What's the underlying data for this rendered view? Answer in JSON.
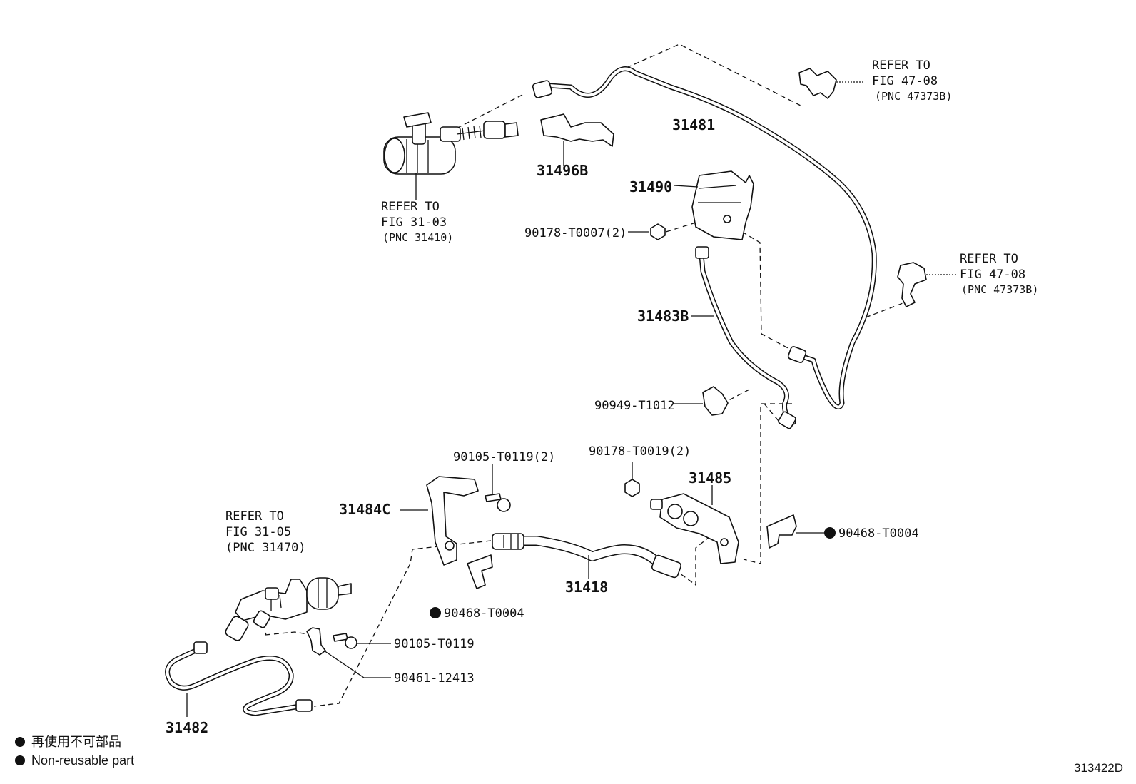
{
  "labels": {
    "p31481": "31481",
    "p31496b": "31496B",
    "p31490": "31490",
    "p90178_t0007": "90178-T0007(2)",
    "p31483b": "31483B",
    "p90949": "90949-T1012",
    "p90105_2": "90105-T0119(2)",
    "p90178_t0019": "90178-T0019(2)",
    "p31485": "31485",
    "p31484c": "31484C",
    "p90468_right": "90468-T0004",
    "p31418": "31418",
    "p90468_mid": "90468-T0004",
    "p90105_1": "90105-T0119",
    "p90461": "90461-12413",
    "p31482": "31482"
  },
  "refs": {
    "master_cyl": {
      "line1": "REFER TO",
      "line2": "FIG 31-03",
      "line3": "(PNC 31410)"
    },
    "bracket_top": {
      "line1": "REFER TO",
      "line2": "FIG 47-08",
      "line3": "(PNC 47373B)"
    },
    "bracket_right": {
      "line1": "REFER TO",
      "line2": "FIG 47-08",
      "line3": "(PNC 47373B)"
    },
    "release_cyl": {
      "line1": "REFER TO",
      "line2": "FIG 31-05",
      "line3": "(PNC 31470)"
    }
  },
  "legend": {
    "line1": "再使用不可部品",
    "line2": "Non-reusable part"
  },
  "diagram_code": "313422D"
}
